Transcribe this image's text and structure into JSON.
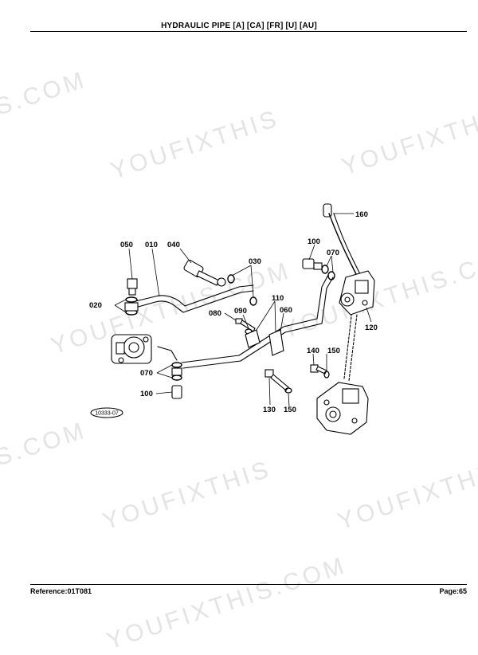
{
  "header": {
    "title": "HYDRAULIC PIPE   [A] [CA] [FR] [U] [AU]"
  },
  "footer": {
    "reference": "Reference:01T081",
    "page": "Page:65"
  },
  "watermarks": [
    "S.COM",
    "YOUFIXTHIS",
    "YOUFIXTHIS",
    "YOUFIXTHIS.COM",
    "YOUFIXTHIS.COM",
    "S.COM",
    "YOUFIXTHIS",
    "YOUFIXTHIS",
    "YOUFIXTHIS.COM"
  ],
  "diagram": {
    "figure_code": "10333-07",
    "callouts": {
      "c160": "160",
      "c100a": "100",
      "c070a": "070",
      "c050": "050",
      "c010": "010",
      "c040": "040",
      "c030": "030",
      "c020": "020",
      "c110": "110",
      "c090": "090",
      "c080": "080",
      "c060": "060",
      "c120": "120",
      "c140": "140",
      "c150a": "150",
      "c070b": "070",
      "c100b": "100",
      "c130": "130",
      "c150b": "150"
    }
  }
}
